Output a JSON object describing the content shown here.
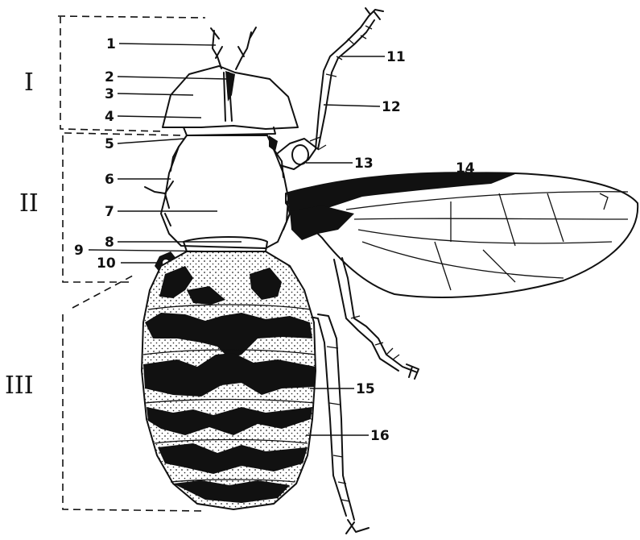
{
  "sections": [
    {
      "id": "I",
      "label": "I"
    },
    {
      "id": "II",
      "label": "II"
    },
    {
      "id": "III",
      "label": "III"
    }
  ],
  "labels": [
    {
      "id": "1",
      "text": "1"
    },
    {
      "id": "2",
      "text": "2"
    },
    {
      "id": "3",
      "text": "3"
    },
    {
      "id": "4",
      "text": "4"
    },
    {
      "id": "5",
      "text": "5"
    },
    {
      "id": "6",
      "text": "6"
    },
    {
      "id": "7",
      "text": "7"
    },
    {
      "id": "8",
      "text": "8"
    },
    {
      "id": "9",
      "text": "9"
    },
    {
      "id": "10",
      "text": "10"
    },
    {
      "id": "11",
      "text": "11"
    },
    {
      "id": "12",
      "text": "12"
    },
    {
      "id": "13",
      "text": "13"
    },
    {
      "id": "14",
      "text": "14"
    },
    {
      "id": "15",
      "text": "15"
    },
    {
      "id": "16",
      "text": "16"
    }
  ],
  "colors": {
    "ink": "#111111",
    "paper": "#ffffff"
  }
}
